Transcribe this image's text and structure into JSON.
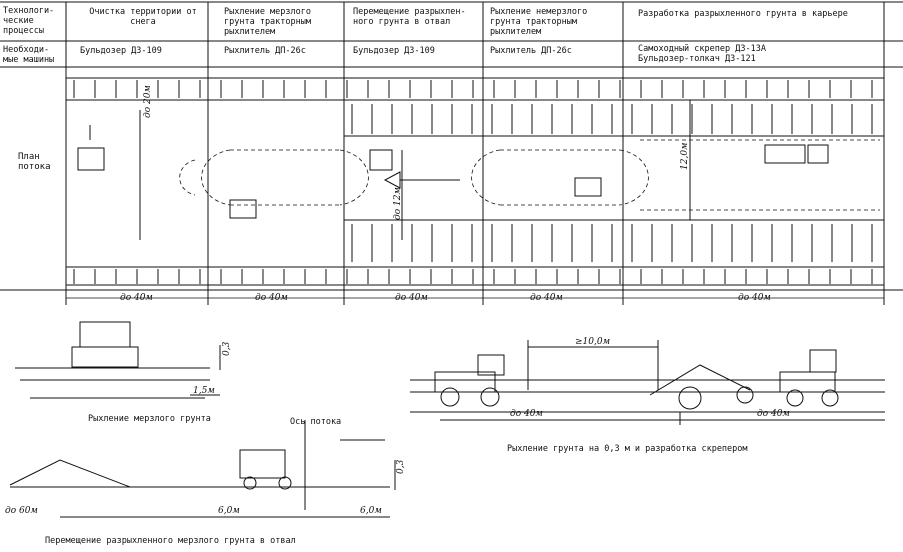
{
  "table": {
    "row_labels": {
      "processes": "Технологи-\nческие\nпроцессы",
      "machines": "Необходи-\nмые машины",
      "plan": "План\nпотока"
    },
    "columns": [
      {
        "process": "Очистка территории от\nснега",
        "machine": "Бульдозер ДЗ-109"
      },
      {
        "process": "Рыхление мерзлого\nгрунта тракторным\nрыхлителем",
        "machine": "Рыхлитель ДП-26с"
      },
      {
        "process": "Перемещение разрыхлен-\nного грунта в отвал",
        "machine": "Бульдозер ДЗ-109"
      },
      {
        "process": "Рыхление немерзлого\nгрунта тракторным\nрыхлителем",
        "machine": "Рыхлитель ДП-26с"
      },
      {
        "process": "Разработка разрыхленного грунта в карьере",
        "machine": "Самоходный скрепер ДЗ-13А\nБульдозер-толкач ДЗ-121"
      }
    ],
    "bottom_dims": [
      "до 40м",
      "до 40м",
      "до 40м",
      "до 40м",
      "до 40м"
    ],
    "plan_dims": {
      "d1": "до 20м",
      "d2": "до 12м",
      "d3": "12,0м"
    }
  },
  "sketches": {
    "loosening": {
      "caption": "Рыхление мерзлого грунта",
      "depth": "0,3",
      "width": "1,5м"
    },
    "moving": {
      "caption": "Перемещение разрыхленного мерзлого грунта в отвал",
      "axis": "Ось потока",
      "dim_left": "до 60м",
      "dim_mid": "6,0м",
      "dim_right": "6,0м",
      "depth": "0,3"
    },
    "scraper": {
      "caption": "Рыхление грунта на 0,3 м и разработка скрепером",
      "dim_top": "≥10,0м",
      "dim_left": "до 40м",
      "dim_right": "до 40м"
    }
  }
}
